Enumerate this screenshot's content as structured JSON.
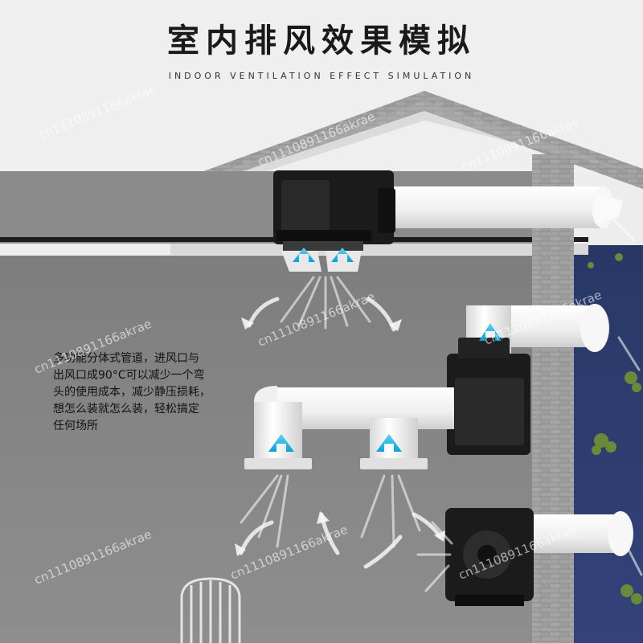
{
  "title": "室内排风效果模拟",
  "subtitle": "INDOOR VENTILATION EFFECT SIMULATION",
  "description": [
    "多功能分体式管道，进风口与",
    "出风口成90°C可以减少一个弯",
    "头的使用成本，减少静压损耗，",
    "想怎么装就怎么装，轻松搞定",
    "任何场所"
  ],
  "watermark": "cn1110891166akrae",
  "colors": {
    "wall": "#8a8a8a",
    "brick": "#9a9a9a",
    "night": "#2d3b6e",
    "pipe": "#f2f2f2",
    "arrow": "#1fb6e8",
    "fan": "#1b1b1b"
  },
  "icons": [
    "up-arrow-icon",
    "fan-unit",
    "airflow-arrow-icon"
  ]
}
